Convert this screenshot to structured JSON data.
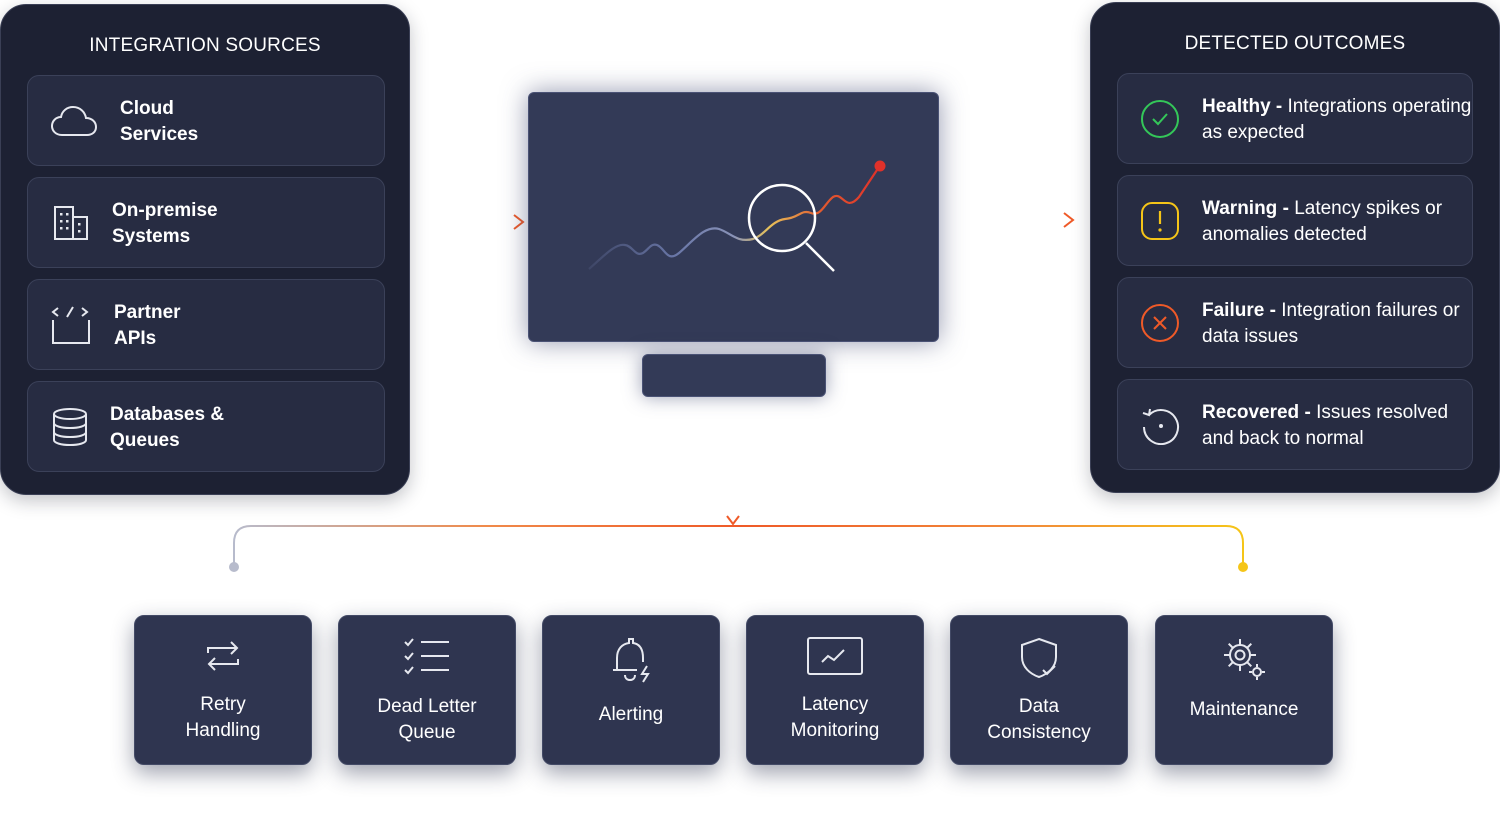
{
  "sources": {
    "title": "INTEGRATION SOURCES",
    "items": [
      {
        "line1": "Cloud",
        "line2": "Services",
        "icon": "cloud-icon"
      },
      {
        "line1": "On-premise",
        "line2": "Systems",
        "icon": "building-icon"
      },
      {
        "line1": "Partner",
        "line2": "APIs",
        "icon": "code-icon"
      },
      {
        "line1": "Databases &",
        "line2": "Queues",
        "icon": "database-icon"
      }
    ]
  },
  "outcomes": {
    "title": "DETECTED OUTCOMES",
    "items": [
      {
        "status": "Healthy -",
        "desc": "Integrations operating as expected",
        "icon": "check-circle-icon",
        "color": "#34c759"
      },
      {
        "status": "Warning -",
        "desc": "Latency spikes or anomalies detected",
        "icon": "exclamation-icon",
        "color": "#f5c518"
      },
      {
        "status": "Failure -",
        "desc": "Integration failures or data issues",
        "icon": "x-circle-icon",
        "color": "#ef5a28"
      },
      {
        "status": "Recovered -",
        "desc": "Issues resolved and back to normal",
        "icon": "restore-icon",
        "color": "#e6e8ef"
      }
    ]
  },
  "capabilities": [
    {
      "line1": "Retry",
      "line2": "Handling",
      "icon": "retry-icon"
    },
    {
      "line1": "Dead Letter",
      "line2": "Queue",
      "icon": "checklist-icon"
    },
    {
      "line1": "Alerting",
      "line2": "",
      "icon": "bell-alert-icon"
    },
    {
      "line1": "Latency",
      "line2": "Monitoring",
      "icon": "trend-chart-icon"
    },
    {
      "line1": "Data",
      "line2": "Consistency",
      "icon": "shield-check-icon"
    },
    {
      "line1": "Maintenance",
      "line2": "",
      "icon": "gears-icon"
    }
  ],
  "colors": {
    "panel": "#1d2133",
    "card": "#272c42",
    "tile": "#2f3550",
    "monitor": "#333a57",
    "accent_orange": "#ef5a28",
    "accent_red": "#e0312a",
    "accent_yellow": "#f5c518"
  }
}
